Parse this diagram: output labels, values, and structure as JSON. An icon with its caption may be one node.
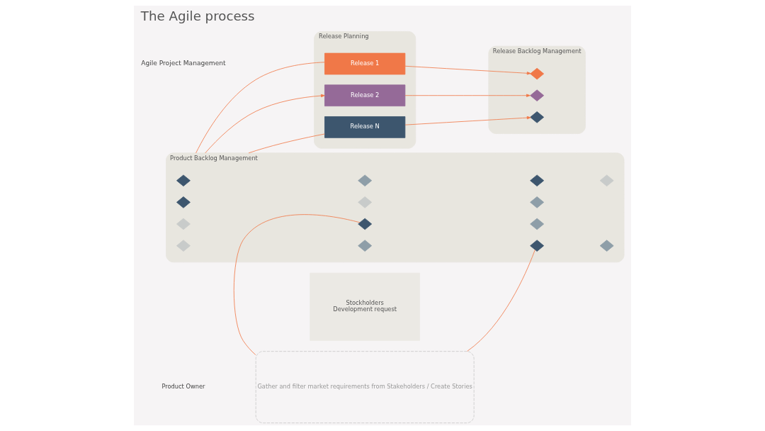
{
  "diagram": {
    "title": "The Agile process",
    "nodes": [
      {
        "text": [
          "Stockholders",
          "Development request"
        ]
      },
      {
        "text": [
          "Product Owner"
        ]
      },
      {
        "text": [
          "Gather and filter market requirements from Stakeholders / Create Stories"
        ]
      },
      {
        "text": [
          "Product Backlog Management"
        ]
      },
      {
        "text": [],
        "shape": "diamond",
        "in": 3
      },
      {
        "text": [],
        "shape": "diamond",
        "in": 3
      },
      {
        "text": [],
        "shape": "diamond",
        "in": 3
      },
      {
        "text": [],
        "shape": "diamond",
        "in": 3
      },
      {
        "text": [],
        "shape": "diamond",
        "in": 3
      },
      {
        "text": [],
        "shape": "diamond",
        "in": 3
      },
      {
        "text": [],
        "shape": "diamond",
        "in": 3
      },
      {
        "text": [],
        "shape": "diamond",
        "in": 3
      },
      {
        "text": [],
        "shape": "diamond",
        "in": 3
      },
      {
        "text": [],
        "shape": "diamond",
        "in": 3
      },
      {
        "text": [],
        "shape": "diamond",
        "in": 3
      },
      {
        "text": [],
        "shape": "diamond",
        "in": 3
      },
      {
        "text": [],
        "shape": "diamond",
        "in": 3
      },
      {
        "text": [],
        "shape": "diamond",
        "in": 3
      },
      {
        "text": [
          "Release Planning"
        ]
      },
      {
        "text": [
          "Release 1"
        ],
        "in": 18
      },
      {
        "text": [
          "Release 2"
        ],
        "in": 18
      },
      {
        "text": [
          "Release N"
        ],
        "in": 18
      },
      {
        "text": [
          "Release Backlog Management"
        ]
      },
      {
        "text": [],
        "shape": "diamond",
        "in": 22
      },
      {
        "text": [],
        "shape": "diamond",
        "in": 22
      },
      {
        "text": [],
        "shape": "diamond",
        "in": 22
      }
    ],
    "edges": [
      {
        "from": 2,
        "to": 6,
        "arrow": "none"
      },
      {
        "from": 16,
        "to": 2,
        "arrow": "none"
      },
      {
        "from": 3,
        "to": 20,
        "arrow": "to"
      },
      {
        "from": 3,
        "to": 19,
        "arrow": "none"
      },
      {
        "from": 3,
        "to": 21,
        "arrow": "none"
      },
      {
        "from": 19,
        "to": 23,
        "arrow": "to"
      },
      {
        "from": 20,
        "to": 24,
        "arrow": "to"
      },
      {
        "from": 21,
        "to": 25,
        "arrow": "to"
      }
    ],
    "labels": [
      "Agile Project Management"
    ]
  }
}
